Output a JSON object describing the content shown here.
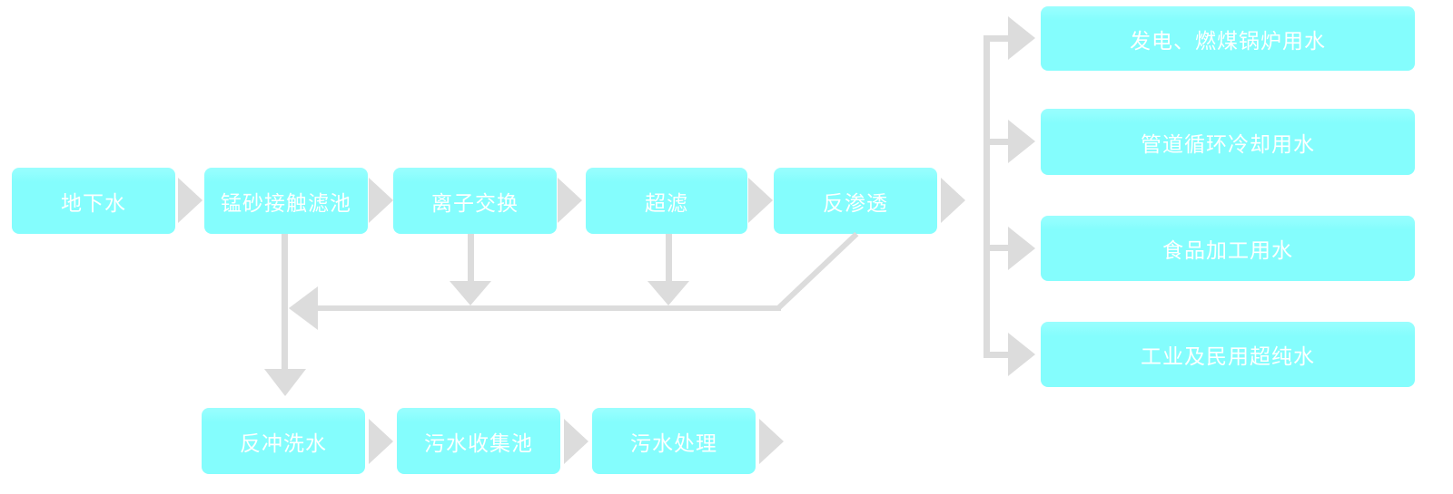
{
  "diagram": {
    "main_flow": [
      {
        "label": "地下水"
      },
      {
        "label": "锰砂接触滤池"
      },
      {
        "label": "离子交换"
      },
      {
        "label": "超滤"
      },
      {
        "label": "反渗透"
      }
    ],
    "outputs": [
      {
        "label": "发电、燃煤锅炉用水"
      },
      {
        "label": "管道循环冷却用水"
      },
      {
        "label": "食品加工用水"
      },
      {
        "label": "工业及民用超纯水"
      }
    ],
    "waste_flow": [
      {
        "label": "反冲洗水"
      },
      {
        "label": "污水收集池"
      },
      {
        "label": "污水处理"
      }
    ],
    "colors": {
      "box_fill": "#84FDFD",
      "box_text": "#FFFFFF",
      "connector": "#DCDCDC"
    }
  }
}
